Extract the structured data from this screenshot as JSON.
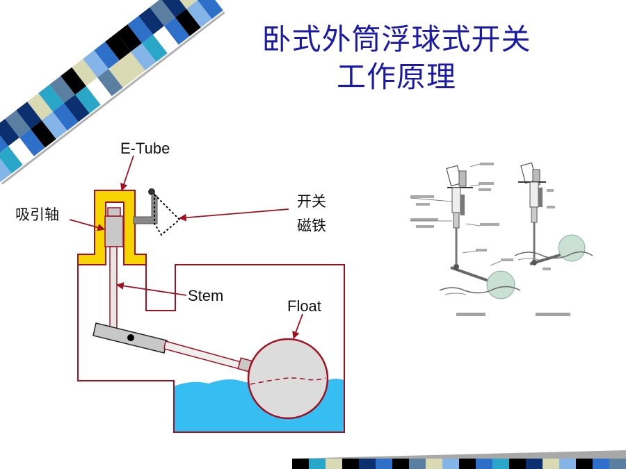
{
  "slide": {
    "title_line1": "卧式外筒浮球式开关",
    "title_line2": "工作原理"
  },
  "diagram": {
    "labels": {
      "e_tube": "E-Tube",
      "attraction_sleeve": "吸引轴",
      "switch_magnet_line1": "开关",
      "switch_magnet_line2": "磁铁",
      "stem": "Stem",
      "float": "Float"
    }
  },
  "colors": {
    "title": "#1a1aa6",
    "outline": "#a01020",
    "water": "#36bdf2",
    "yellow": "#f5d400",
    "float_fill": "#dcdcdc"
  },
  "decor_stripe_colors": [
    "#000000",
    "#d9d9b3",
    "#2e6fc9",
    "#84b4e8",
    "#0c2f6f",
    "#2aa6c9",
    "#5a7fa0",
    "#ffffff"
  ]
}
